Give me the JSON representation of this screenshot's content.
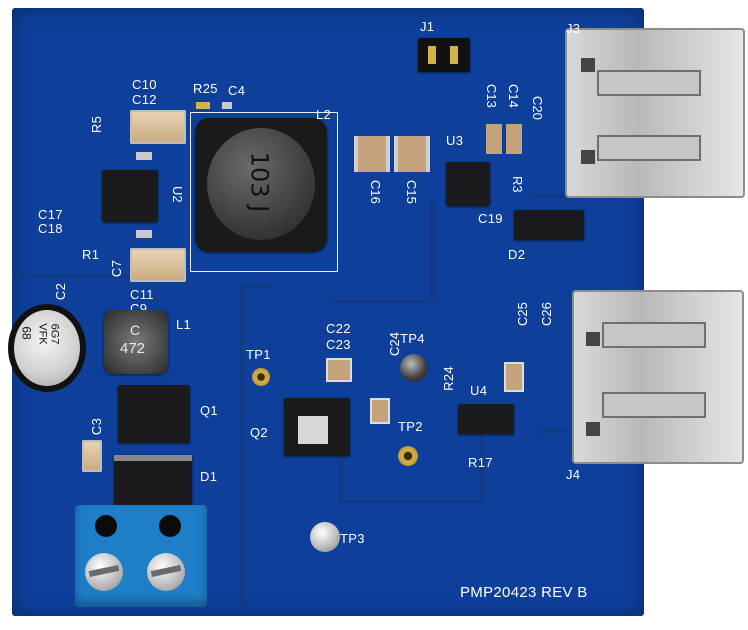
{
  "board": {
    "name": "PMP20423 REV B",
    "colors": {
      "pcb": "#0e3f9b",
      "silkscreen": "#ffffff",
      "terminal_block": "#1e7fc8"
    }
  },
  "labels": {
    "j1": "J1",
    "j3": "J3",
    "j4": "J4",
    "c10": "C10",
    "c12": "C12",
    "r25": "R25",
    "c4": "C4",
    "l2": "L2",
    "r5": "R5",
    "u2": "U2",
    "c17": "C17",
    "c18": "C18",
    "r1": "R1",
    "c7": "C7",
    "c2": "C2",
    "c11": "C11",
    "c9": "C9",
    "l1": "L1",
    "c3": "C3",
    "q1": "Q1",
    "d1": "D1",
    "c16": "C16",
    "c15": "C15",
    "u3": "U3",
    "r3": "R3",
    "c19": "C19",
    "d2": "D2",
    "c13": "C13",
    "c14": "C14",
    "c20": "C20",
    "tp1": "TP1",
    "q2": "Q2",
    "c22": "C22",
    "c23": "C23",
    "c24": "C24",
    "tp4": "TP4",
    "r24": "R24",
    "tp2": "TP2",
    "u4": "U4",
    "r17": "R17",
    "c25": "C25",
    "c26": "C26",
    "tp3": "TP3"
  },
  "component_markings": {
    "inductor_l2": "103 J",
    "inductor_l1_line1": "C",
    "inductor_l1_line2": "472",
    "electrolytic_c2_line1": "68",
    "electrolytic_c2_line2": "VFK",
    "electrolytic_c2_line3": "6G7"
  }
}
